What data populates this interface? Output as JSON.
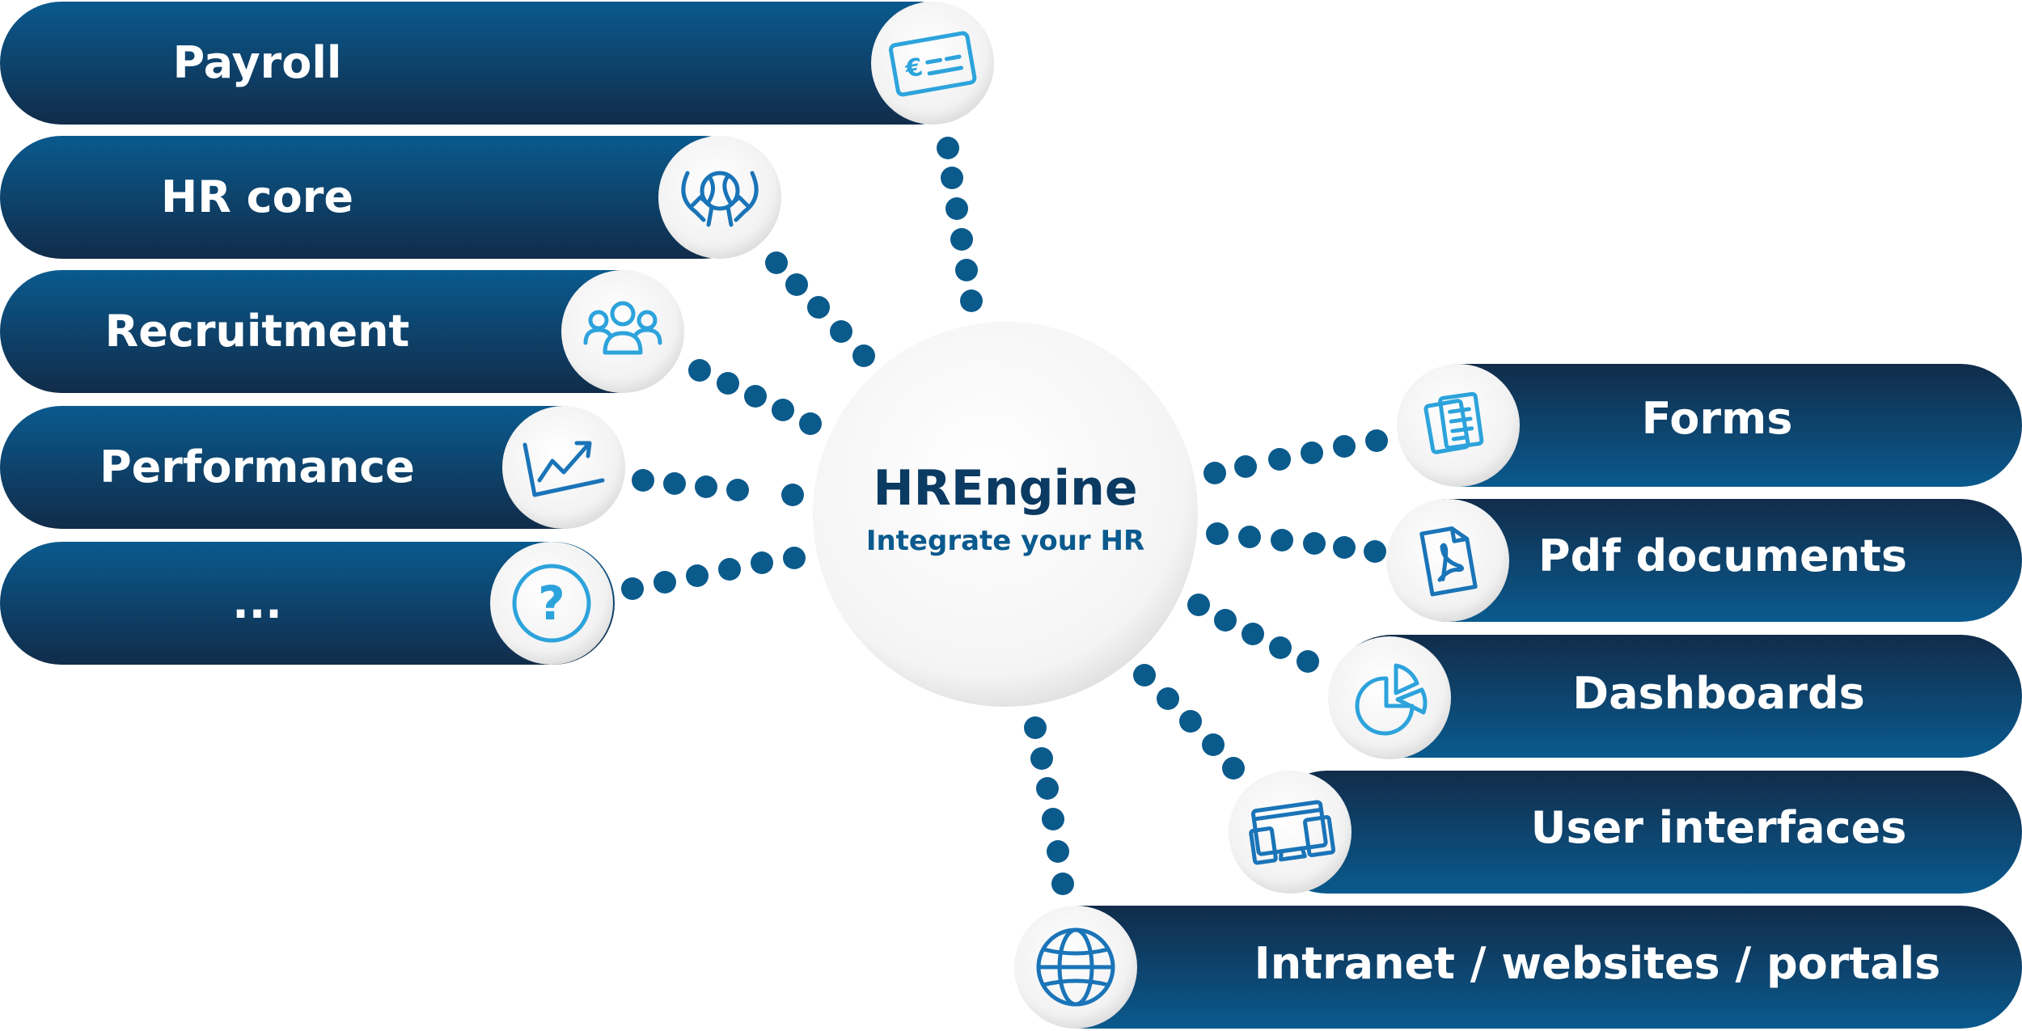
{
  "hub": {
    "title": "HREngine",
    "subtitle": "Integrate your HR"
  },
  "inputs": [
    {
      "label": "Payroll",
      "icon": "euro-card-icon"
    },
    {
      "label": "HR core",
      "icon": "hands-globe-icon"
    },
    {
      "label": "Recruitment",
      "icon": "people-group-icon"
    },
    {
      "label": "Performance",
      "icon": "growth-chart-icon"
    },
    {
      "label": "...",
      "icon": "question-mark-icon"
    }
  ],
  "outputs": [
    {
      "label": "Forms",
      "icon": "forms-documents-icon"
    },
    {
      "label": "Pdf documents",
      "icon": "pdf-file-icon"
    },
    {
      "label": "Dashboards",
      "icon": "pie-chart-icon"
    },
    {
      "label": "User interfaces",
      "icon": "devices-icon"
    },
    {
      "label": "Intranet / websites / portals",
      "icon": "globe-icon"
    }
  ],
  "colors": {
    "pill_light": "#0a5a8e",
    "pill_dark": "#10304f",
    "dots": "#0b5a8c",
    "icon_stroke": "#2da3dc",
    "hub_title": "#0b3a62",
    "hub_subtitle": "#0a5a8e"
  }
}
